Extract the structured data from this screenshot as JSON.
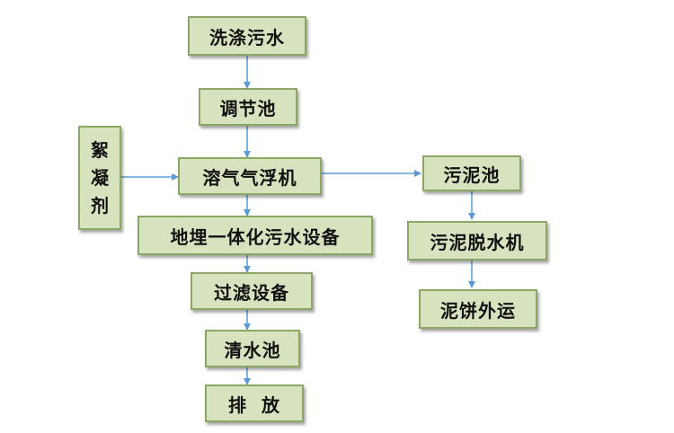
{
  "nodes": {
    "wash_wastewater": "洗涤污水",
    "equalization_tank": "调节池",
    "flocculant_1": "絮",
    "flocculant_2": "凝",
    "flocculant_3": "剂",
    "daf_machine": "溶气气浮机",
    "buried_equipment": "地埋一体化污水设备",
    "filter_equipment": "过滤设备",
    "clear_water_tank": "清水池",
    "discharge": "排  放",
    "sludge_tank": "污泥池",
    "sludge_dewatering": "污泥脱水机",
    "sludge_cake_transport": "泥饼外运"
  },
  "colors": {
    "box_fill": "#d7e3be",
    "box_border": "#8aa863",
    "arrow": "#5b9bd5"
  }
}
